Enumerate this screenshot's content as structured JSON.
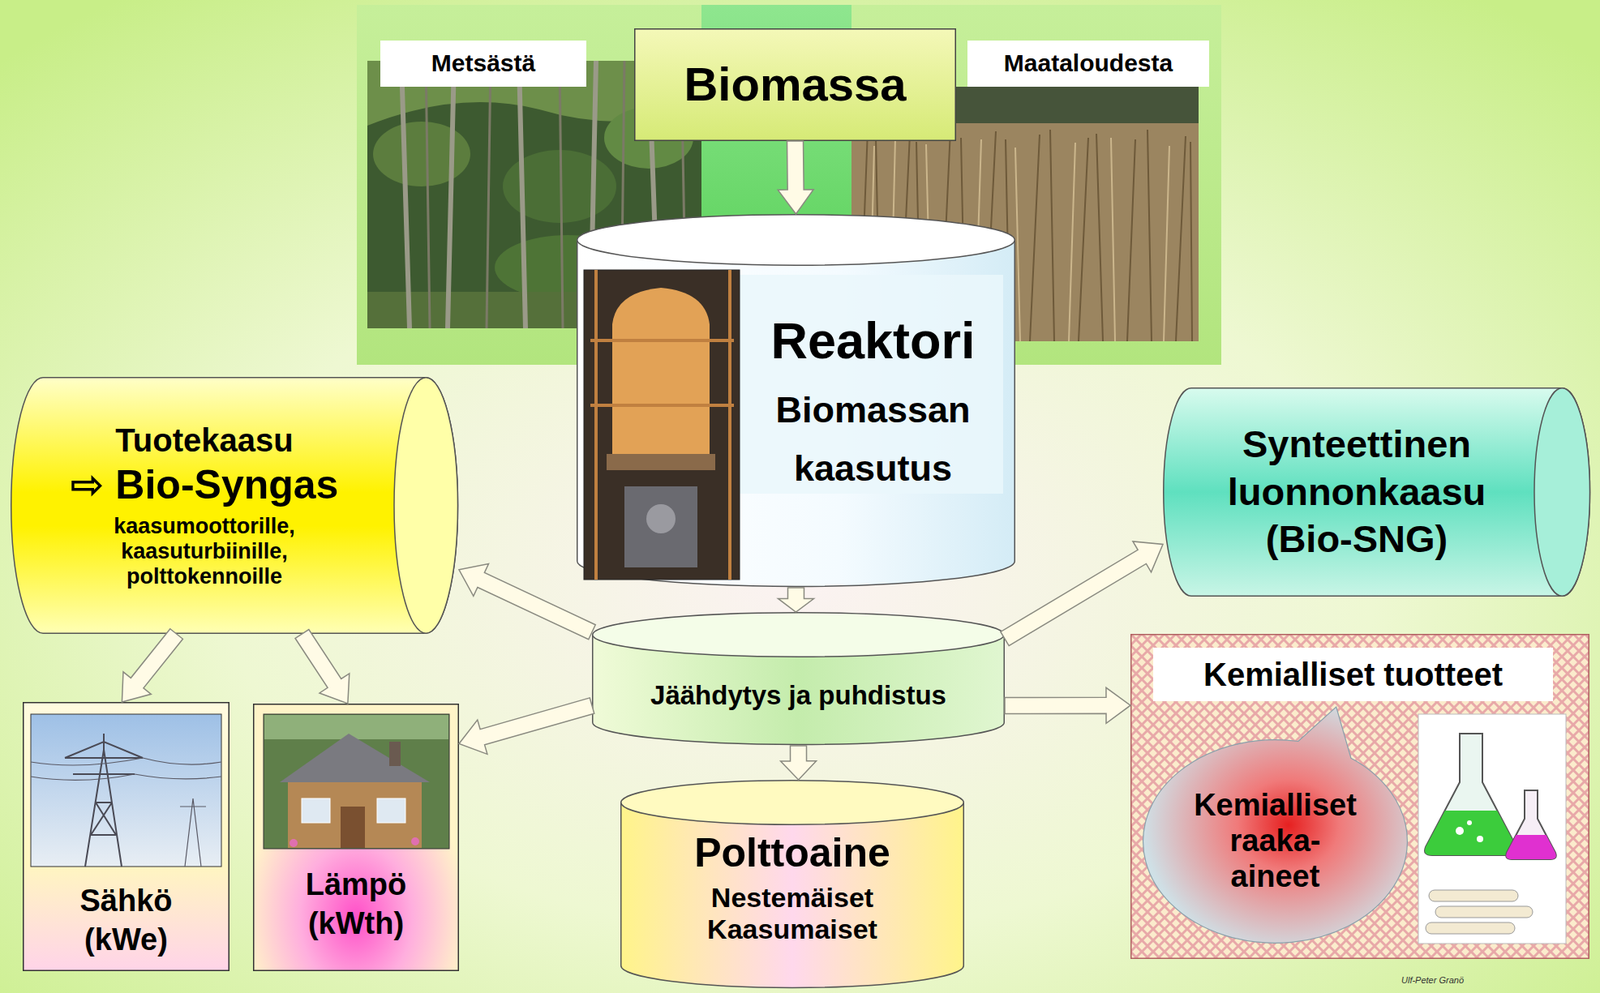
{
  "diagram": {
    "nodes": [
      {
        "text": [
          "Metsästä"
        ]
      },
      {
        "text": [
          "Biomassa"
        ]
      },
      {
        "text": [
          "Maataloudesta"
        ]
      },
      {
        "text": [
          "Reaktori",
          "Biomassan kaasutus"
        ]
      },
      {
        "text": [
          "Tuotekaasu",
          "⇨ Bio-Syngas",
          "kaasumoottorille, kaasuturbiinille, polttokennoille"
        ]
      },
      {
        "text": [
          "Synteettinen luonnonkaasu (Bio-SNG)"
        ]
      },
      {
        "text": [
          "Jäähdytys ja puhdistus"
        ]
      },
      {
        "text": [
          "Kemialliset tuotteet"
        ]
      },
      {
        "text": [
          "Kemialliset raaka-aineet"
        ],
        "in": 7
      },
      {
        "text": [
          "Sähkö (kWe)"
        ]
      },
      {
        "text": [
          "Lämpö (kWth)"
        ]
      },
      {
        "text": [
          "Polttoaine",
          "Nestemäiset Kaasumaiset"
        ]
      }
    ],
    "edges": [
      {
        "from": 1,
        "to": 3,
        "arrow": "to"
      },
      {
        "from": 3,
        "to": 6,
        "arrow": "to"
      },
      {
        "from": 6,
        "to": 4,
        "arrow": "to"
      },
      {
        "from": 6,
        "to": 10,
        "arrow": "to"
      },
      {
        "from": 6,
        "to": 5,
        "arrow": "to"
      },
      {
        "from": 6,
        "to": 7,
        "arrow": "to"
      },
      {
        "from": 6,
        "to": 11,
        "arrow": "to"
      },
      {
        "from": 4,
        "to": 9,
        "arrow": "to"
      },
      {
        "from": 4,
        "to": 10,
        "arrow": "to"
      }
    ],
    "labels": [
      "Ulf-Peter Granö"
    ]
  }
}
